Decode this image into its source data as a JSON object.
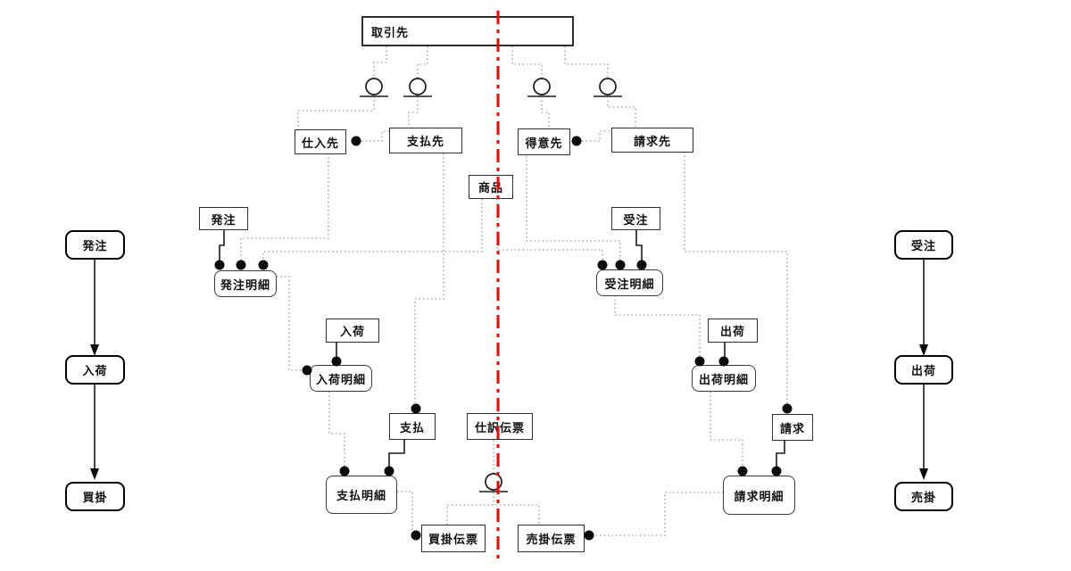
{
  "diagram": {
    "divider_color": "#ff0000",
    "entities": {
      "torihikisaki": "取引先",
      "shiiresaki": "仕入先",
      "shiharaisaki": "支払先",
      "tokuisaki": "得意先",
      "seikyusaki": "請求先",
      "shohin": "商品",
      "hacchu": "発注",
      "juchu": "受注",
      "hacchu_meisai": "発注明細",
      "juchu_meisai": "受注明細",
      "nyuka": "入荷",
      "shukka": "出荷",
      "nyuka_meisai": "入荷明細",
      "shukka_meisai": "出荷明細",
      "shiharai": "支払",
      "shiwake_denpyo": "仕訳伝票",
      "seikyu": "請求",
      "shiharai_meisai": "支払明細",
      "seikyu_meisai": "請求明細",
      "kaikake_denpyo": "買掛伝票",
      "urikake_denpyo": "売掛伝票"
    },
    "flow_left": {
      "step1": "発注",
      "step2": "入荷",
      "step3": "買掛"
    },
    "flow_right": {
      "step1": "受注",
      "step2": "出荷",
      "step3": "売掛"
    }
  }
}
